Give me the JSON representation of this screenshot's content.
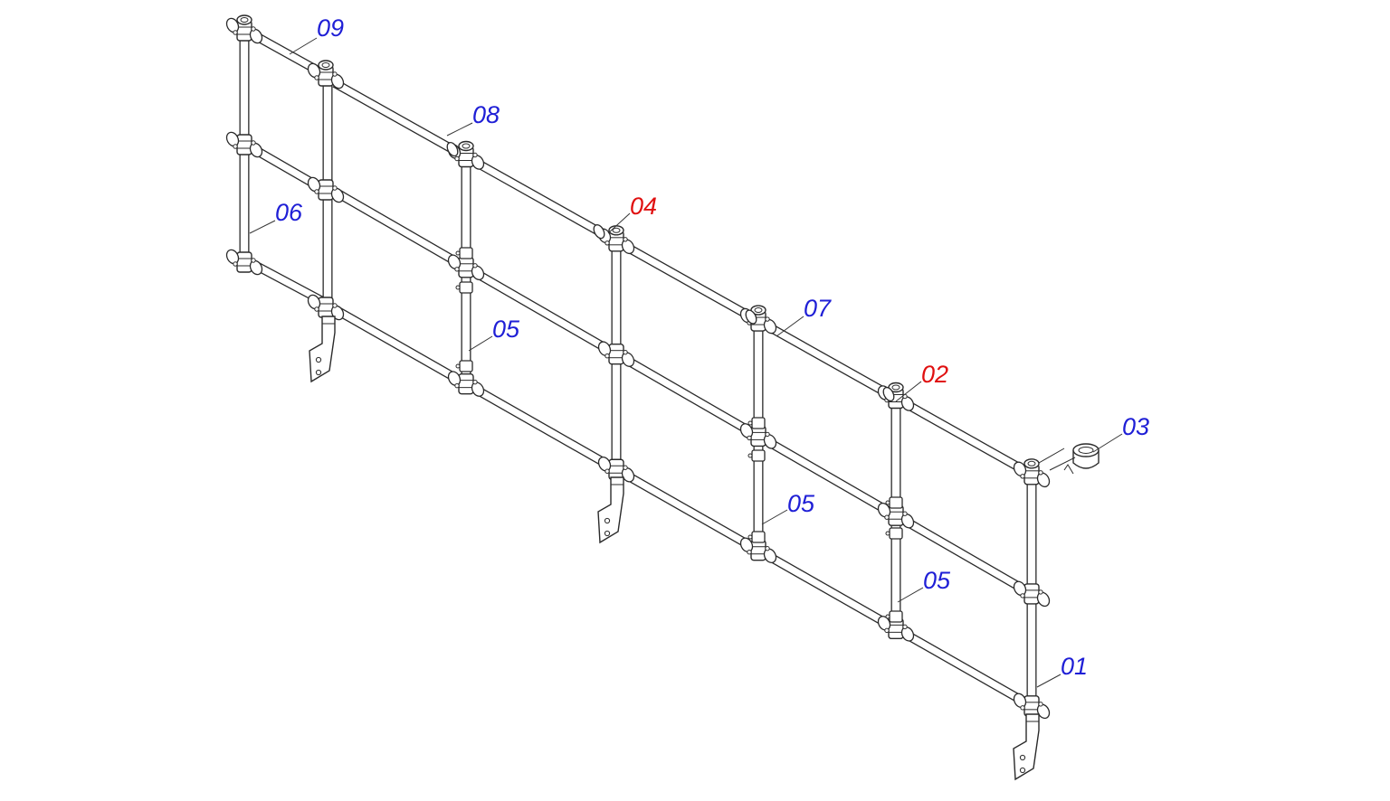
{
  "diagram": {
    "colors": {
      "line": "#2a2a2a",
      "fill": "#ffffff",
      "callout_blue": "#1f1fd6",
      "callout_red": "#e01010"
    },
    "callouts": [
      {
        "id": "c01",
        "label": "01",
        "color": "blue"
      },
      {
        "id": "c02",
        "label": "02",
        "color": "red"
      },
      {
        "id": "c03",
        "label": "03",
        "color": "blue"
      },
      {
        "id": "c04",
        "label": "04",
        "color": "red"
      },
      {
        "id": "c05a",
        "label": "05",
        "color": "blue"
      },
      {
        "id": "c05b",
        "label": "05",
        "color": "blue"
      },
      {
        "id": "c05c",
        "label": "05",
        "color": "blue"
      },
      {
        "id": "c06",
        "label": "06",
        "color": "blue"
      },
      {
        "id": "c07",
        "label": "07",
        "color": "blue"
      },
      {
        "id": "c08",
        "label": "08",
        "color": "blue"
      },
      {
        "id": "c09",
        "label": "09",
        "color": "blue"
      }
    ]
  }
}
